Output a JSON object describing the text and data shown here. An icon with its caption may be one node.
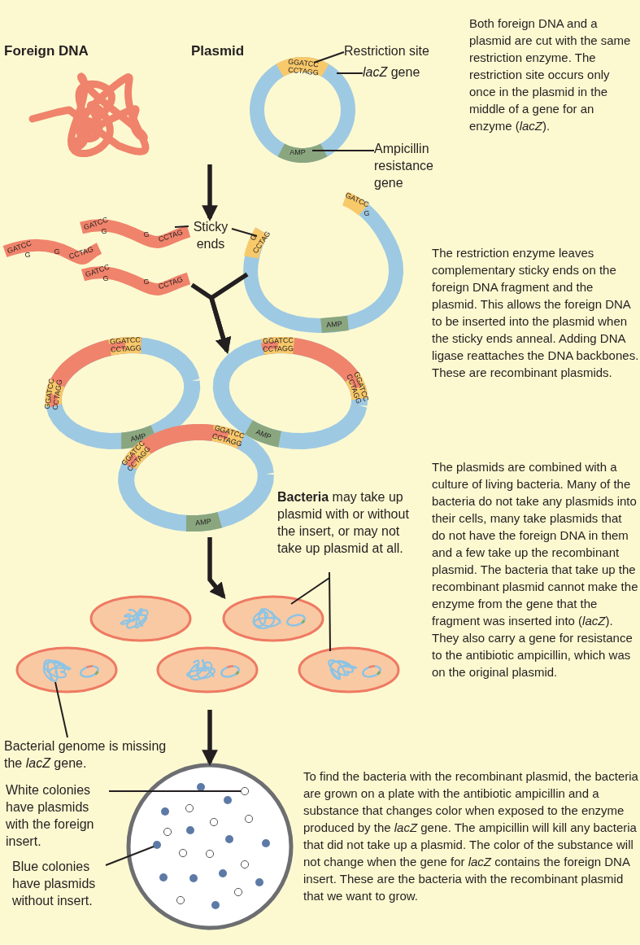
{
  "diagram": {
    "nodes": [
      {
        "text": [
          "Foreign DNA"
        ]
      },
      {
        "text": [
          "Plasmid"
        ]
      },
      {
        "text": [
          "GGATCC",
          "CCTAGG"
        ],
        "in": 1
      },
      {
        "text": [
          "AMP"
        ],
        "in": 1
      },
      {
        "text": [
          "Restriction site"
        ]
      },
      {
        "text": [
          "*lacZ* gene"
        ]
      },
      {
        "text": [
          "Ampicillin resistance gene"
        ]
      },
      {
        "text": [
          "GATCC",
          "G",
          "G",
          "CCTAG"
        ]
      },
      {
        "text": [
          "GATCC",
          "G",
          "G",
          "CCTAG"
        ]
      },
      {
        "text": [
          "GATCC",
          "G",
          "G",
          "CCTAG"
        ]
      },
      {
        "text": [
          "Sticky ends"
        ]
      },
      {
        "text": [
          "GATCC",
          "G",
          "G",
          "CCTAG",
          "AMP"
        ]
      },
      {
        "text": [
          "GGATCC",
          "CCTAGG",
          "GGATCC",
          "CCTAGG",
          "AMP"
        ]
      },
      {
        "text": [
          "GGATCC",
          "CCTAGG",
          "GGATCC",
          "CCTAGG",
          "AMP"
        ]
      },
      {
        "text": [
          "GGATCC",
          "CCTAGG",
          "GGATCC",
          "CCTAGG",
          "AMP"
        ]
      },
      {
        "text": [
          "**Bacteria** may take up plasmid with or without the insert, or may not take up plasmid at all."
        ]
      },
      {
        "text": [],
        "shape": "picture"
      },
      {
        "text": [],
        "shape": "picture"
      },
      {
        "text": [],
        "shape": "picture"
      },
      {
        "text": [],
        "shape": "picture",
        "in": 18
      },
      {
        "text": [],
        "shape": "picture"
      },
      {
        "text": [],
        "shape": "picture"
      },
      {
        "text": [
          "Bacterial genome is missing the *lacZ* gene."
        ]
      },
      {
        "text": [
          "White colonies have plasmids with the foreign insert."
        ]
      },
      {
        "text": [],
        "shape": "circle"
      },
      {
        "text": [],
        "shape": "circle",
        "in": 24
      },
      {
        "text": [],
        "shape": "circle",
        "in": 24
      },
      {
        "text": [
          "Blue colonies have plasmids without insert."
        ]
      }
    ],
    "edges": [
      {
        "from": 4,
        "to": 2,
        "arrow": "none"
      },
      {
        "from": 5,
        "to": 1,
        "arrow": "none"
      },
      {
        "from": 6,
        "to": 3,
        "arrow": "none"
      },
      {
        "from": 1,
        "to": 10,
        "arrow": "to",
        "style": "thick"
      },
      {
        "from": 10,
        "to": 7,
        "arrow": "none"
      },
      {
        "from": 10,
        "to": 11,
        "arrow": "none"
      },
      {
        "from": 9,
        "to": 13,
        "arrow": "to",
        "style": "thick"
      },
      {
        "from": 11,
        "to": 13,
        "arrow": "to",
        "style": "thick"
      },
      {
        "from": 14,
        "to": 17,
        "arrow": "to",
        "style": "thick"
      },
      {
        "from": null,
        "to": 24,
        "arrow": "to",
        "style": "thick"
      },
      {
        "from": 15,
        "to": 17,
        "arrow": "none"
      },
      {
        "from": 15,
        "to": 21,
        "arrow": "none"
      },
      {
        "from": 22,
        "to": 19,
        "arrow": "none"
      },
      {
        "from": 23,
        "to": 25,
        "arrow": "none"
      },
      {
        "from": 27,
        "to": 26,
        "arrow": "none"
      }
    ],
    "labels": [
      "Both foreign DNA and a plasmid are cut with the same restriction enzyme. The restriction site occurs only once in the plasmid in the middle of a gene for an enzyme (*lacZ*).",
      "The restriction enzyme leaves complementary sticky ends on the foreign DNA fragment and the plasmid. This allows the foreign DNA to be inserted into the plasmid when the sticky ends anneal. Adding DNA ligase reattaches the DNA backbones. These are recombinant plasmids.",
      "The plasmids are combined with a culture of living bacteria. Many of the bacteria do not take any plasmids into their cells, many take plasmids that do not have the foreign DNA in them and a few take up the recombinant plasmid. The bacteria that take up the recombinant plasmid cannot make the enzyme from the gene that the fragment was inserted into (*lacZ*). They also carry a gene for resistance to the antibiotic ampicillin, which was on the original plasmid.",
      "To find the bacteria with the recombinant plasmid, the bacteria are grown on a plate with the antibiotic ampicillin and a substance that changes color when exposed to the enzyme produced by the *lacZ* gene. The ampicillin will kill any bacteria that did not take up a plasmid. The color of the substance will not change when the gene for *lacZ* contains the foreign DNA insert. These are the bacteria with the recombinant plasmid that we want to grow."
    ]
  }
}
